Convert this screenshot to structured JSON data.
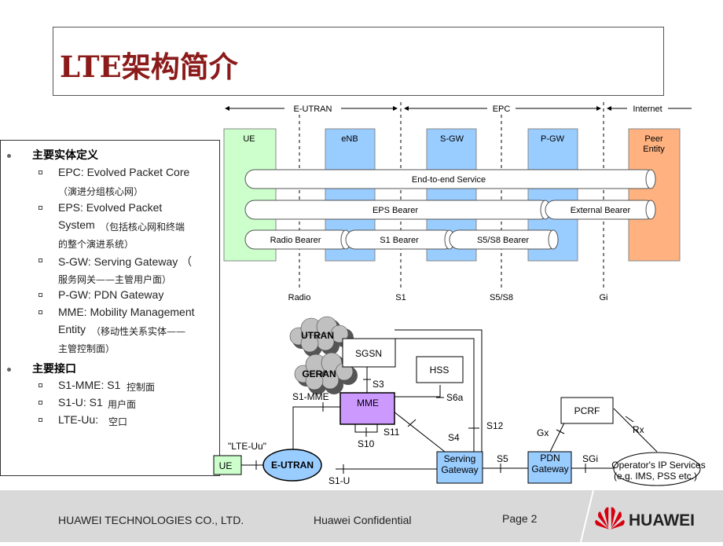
{
  "title": "LTE架构简介",
  "bullets": {
    "h1": "主要实体定义",
    "epc_en": "EPC: Evolved  Packet Core",
    "epc_cn": "（演进分组核心网）",
    "eps_en1": "EPS: Evolved  Packet",
    "eps_en2": "System",
    "eps_cn1": "（包括核心网和终端",
    "eps_cn2": "的整个演进系统）",
    "sgw_en": "S-GW: Serving Gateway  （",
    "sgw_cn": "服务网关——主管用户面）",
    "pgw_en": "P-GW: PDN Gateway",
    "mme_en1": "MME: Mobility Management",
    "mme_en2": "Entity",
    "mme_cn1": "（移动性关系实体——",
    "mme_cn2": "主管控制面）",
    "h2": "主要接口",
    "s1mme_en": "S1-MME:  S1",
    "s1mme_cn": "控制面",
    "s1u_en": "S1-U: S1",
    "s1u_cn": "用户面",
    "lteuu_en": "LTE-Uu: ",
    "lteuu_cn": "空口"
  },
  "top_diagram": {
    "domains": {
      "eutran": "E-UTRAN",
      "epc": "EPC",
      "internet": "Internet"
    },
    "nodes": {
      "ue": "UE",
      "enb": "eNB",
      "sgw": "S-GW",
      "pgw": "P-GW",
      "peer1": "Peer",
      "peer2": "Entity"
    },
    "bearers": {
      "e2e": "End-to-end Service",
      "eps": "EPS Bearer",
      "ext": "External Bearer",
      "radio": "Radio Bearer",
      "s1": "S1 Bearer",
      "s5s8": "S5/S8 Bearer"
    },
    "interfaces": {
      "radio": "Radio",
      "s1": "S1",
      "s5s8": "S5/S8",
      "gi": "Gi"
    },
    "colors": {
      "ue": "#ccffcc",
      "blue": "#99ccff",
      "peer": "#ffb27f"
    }
  },
  "bottom_diagram": {
    "utran": "UTRAN",
    "geran": "GERAN",
    "sgsn": "SGSN",
    "hss": "HSS",
    "mme": "MME",
    "pcrf": "PCRF",
    "ue": "UE",
    "eutran": "E-UTRAN",
    "serving1": "Serving",
    "serving2": "Gateway",
    "pdn1": "PDN",
    "pdn2": "Gateway",
    "ops1": "Operator's IP Services",
    "ops2": "(e.g. IMS, PSS etc.)",
    "labels": {
      "s3": "S3",
      "s6a": "S6a",
      "s1mme": "S1-MME",
      "s12": "S12",
      "s11": "S11",
      "s10": "S10",
      "s4": "S4",
      "gx": "Gx",
      "rx": "Rx",
      "lteuu": "\"LTE-Uu\"",
      "s1u": "S1-U",
      "s5": "S5",
      "sgi": "SGi"
    },
    "colors": {
      "mme": "#cc99ff",
      "blue": "#99ccff",
      "eutran": "#99ccff",
      "ue": "#ccffcc"
    }
  },
  "footer": {
    "company": "HUAWEI  TECHNOLOGIES  CO., LTD.",
    "confidential": "Huawei  Confidential",
    "page": "Page 2",
    "logo_text": "HUAWEI"
  }
}
